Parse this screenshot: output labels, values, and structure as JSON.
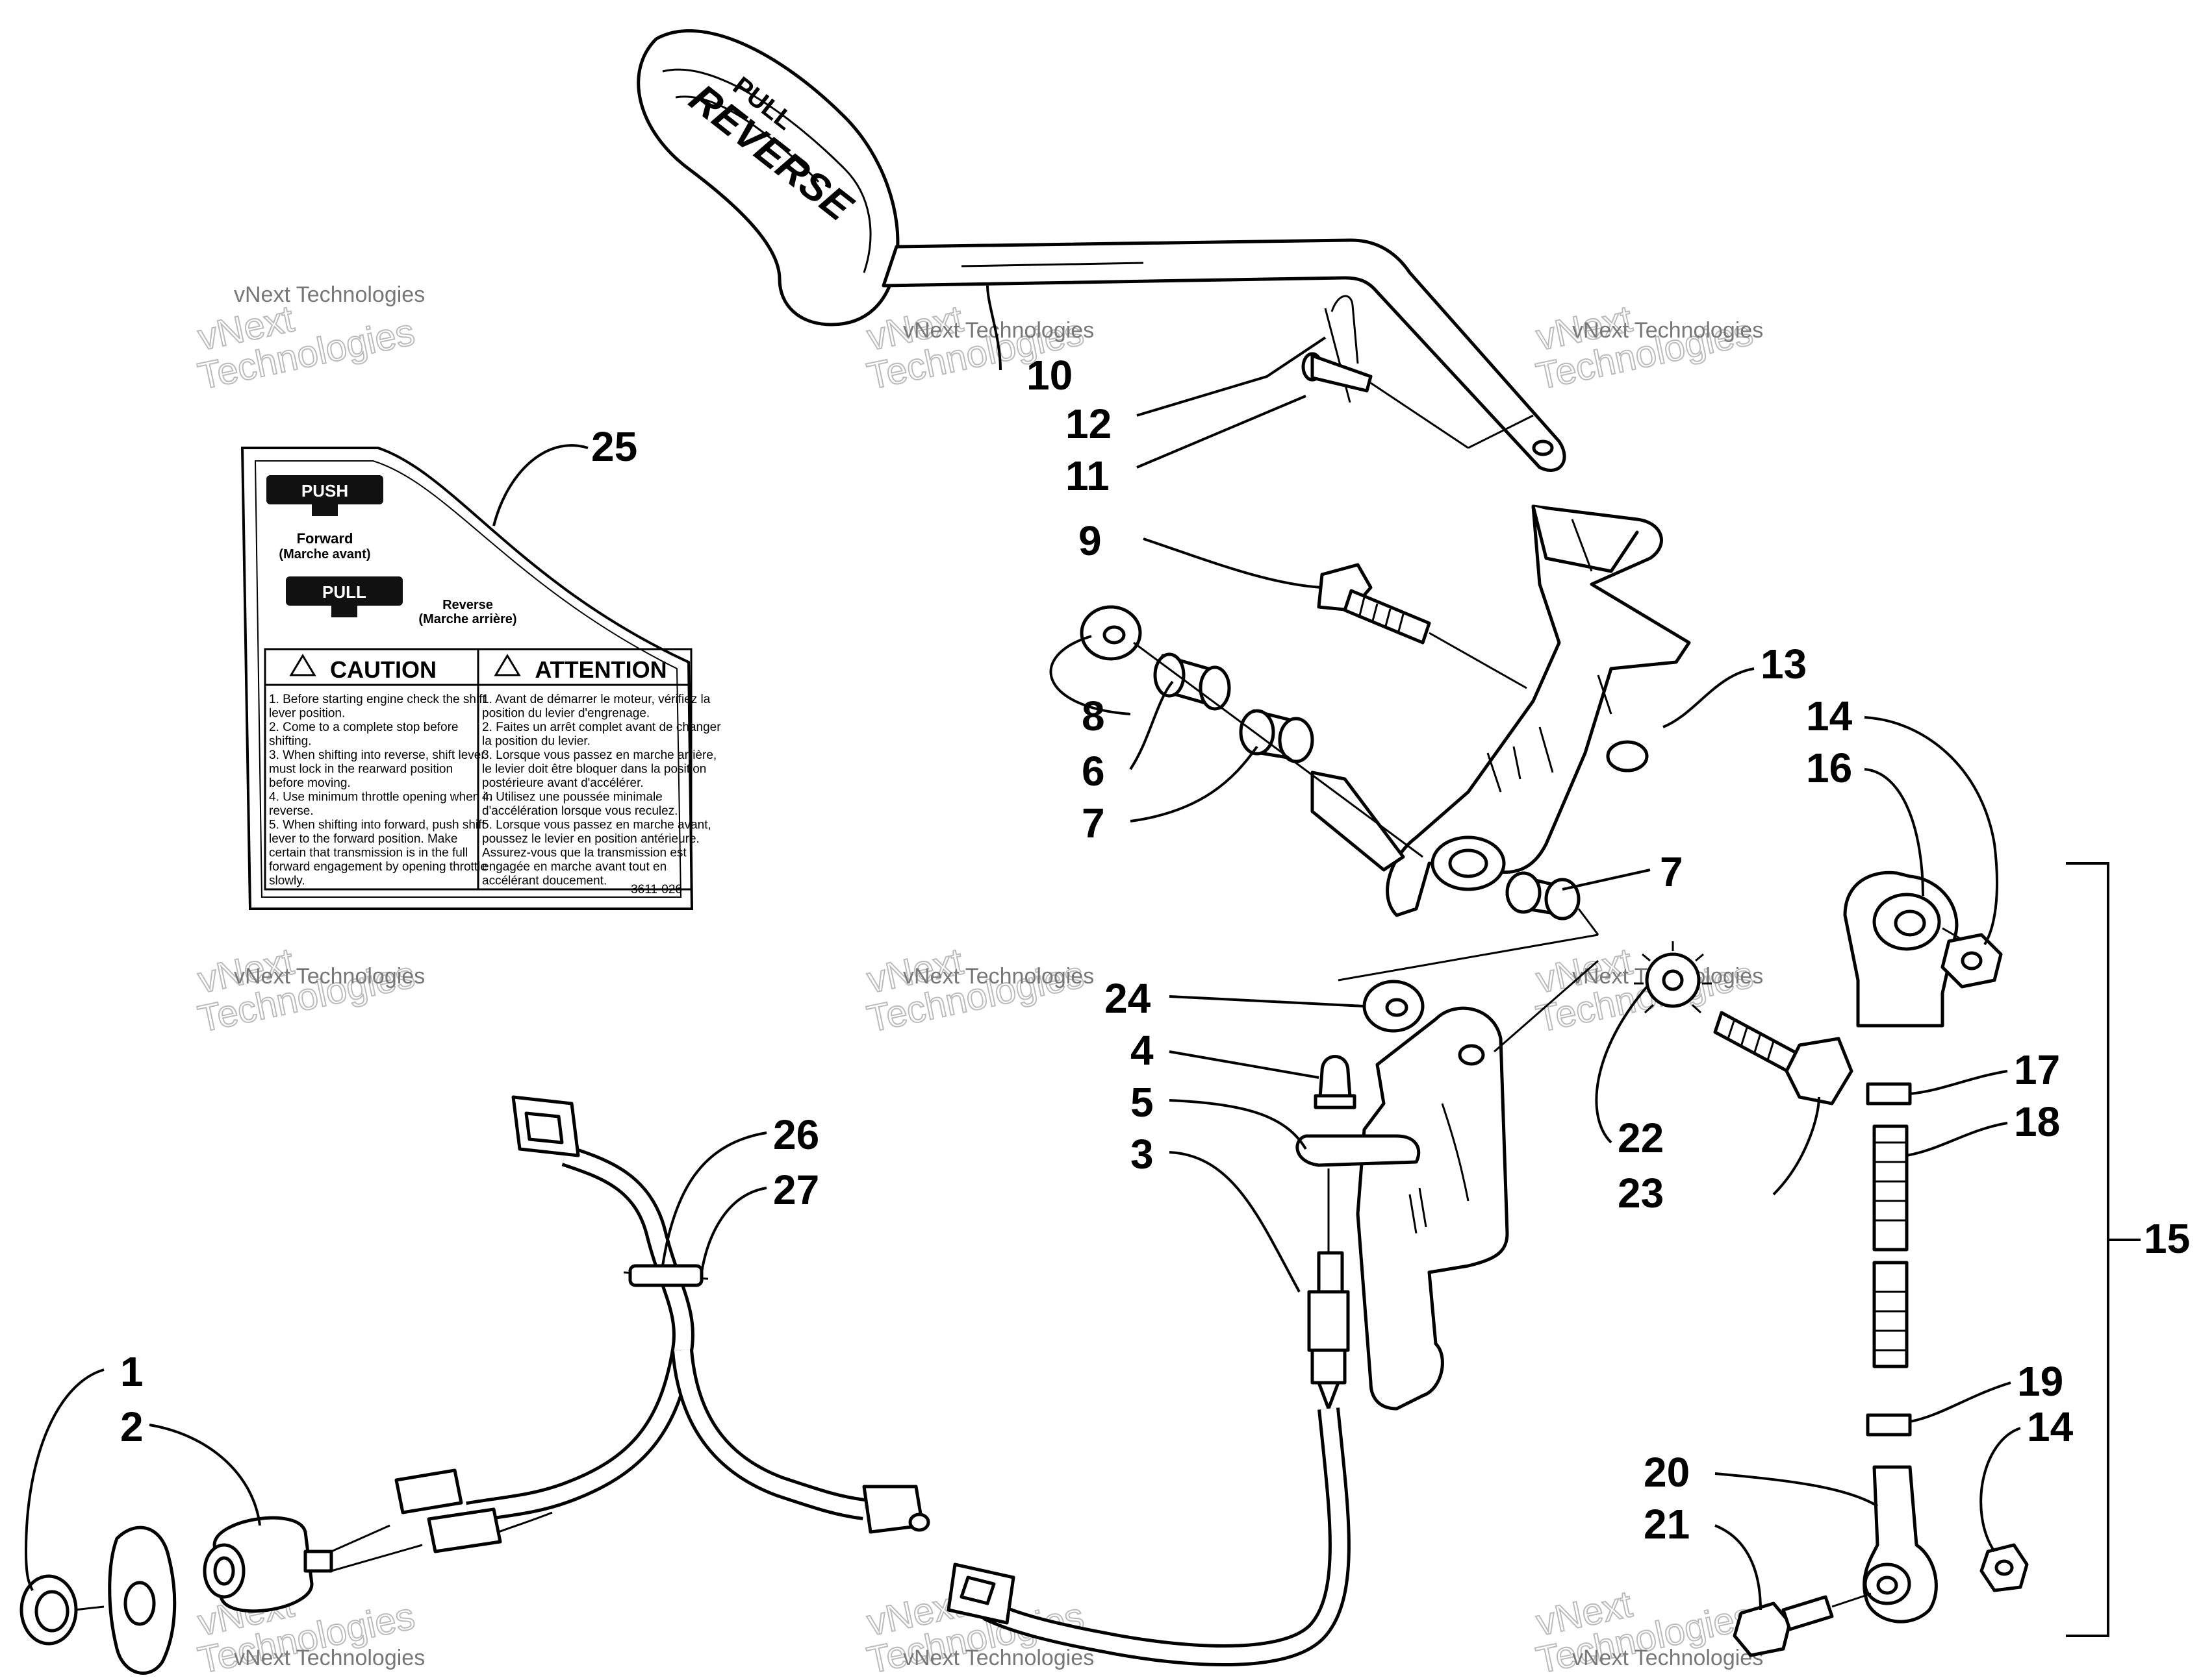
{
  "callouts": [
    {
      "id": "c1",
      "label": "1"
    },
    {
      "id": "c2",
      "label": "2"
    },
    {
      "id": "c3",
      "label": "3"
    },
    {
      "id": "c4",
      "label": "4"
    },
    {
      "id": "c5",
      "label": "5"
    },
    {
      "id": "c6",
      "label": "6"
    },
    {
      "id": "c7a",
      "label": "7"
    },
    {
      "id": "c7b",
      "label": "7"
    },
    {
      "id": "c8",
      "label": "8"
    },
    {
      "id": "c9",
      "label": "9"
    },
    {
      "id": "c10",
      "label": "10"
    },
    {
      "id": "c11",
      "label": "11"
    },
    {
      "id": "c12",
      "label": "12"
    },
    {
      "id": "c13",
      "label": "13"
    },
    {
      "id": "c14a",
      "label": "14"
    },
    {
      "id": "c14b",
      "label": "14"
    },
    {
      "id": "c15",
      "label": "15"
    },
    {
      "id": "c16",
      "label": "16"
    },
    {
      "id": "c17",
      "label": "17"
    },
    {
      "id": "c18",
      "label": "18"
    },
    {
      "id": "c19",
      "label": "19"
    },
    {
      "id": "c20",
      "label": "20"
    },
    {
      "id": "c21",
      "label": "21"
    },
    {
      "id": "c22",
      "label": "22"
    },
    {
      "id": "c23",
      "label": "23"
    },
    {
      "id": "c24",
      "label": "24"
    },
    {
      "id": "c25",
      "label": "25"
    },
    {
      "id": "c26",
      "label": "26"
    },
    {
      "id": "c27",
      "label": "27"
    }
  ],
  "handle_text": {
    "top": "PULL",
    "main": "REVERSE"
  },
  "decal": {
    "push_label": "PUSH",
    "forward": "Forward",
    "forward_fr": "(Marche avant)",
    "pull_label": "PULL",
    "reverse": "Reverse",
    "reverse_fr": "(Marche arrière)",
    "caution_title": "CAUTION",
    "attention_title": "ATTENTION",
    "caution_lines": [
      "1. Before starting engine check the shift",
      "    lever  position.",
      "2. Come to a complete stop before",
      "    shifting.",
      "3. When shifting into reverse, shift lever",
      "    must lock in the rearward position",
      "    before  moving.",
      "4. Use minimum throttle opening when in",
      "    reverse.",
      "5. When shifting into forward, push shift",
      "    lever to the forward position. Make",
      "    certain that transmission is in the full",
      "    forward engagement by opening  throttle",
      "    slowly."
    ],
    "attention_lines": [
      "1. Avant de démarrer le moteur, vérifiez la",
      "    position du levier d'engrenage.",
      "2. Faites un arrêt complet avant de  changer",
      "    la position du levier.",
      "3. Lorsque vous passez en marche arrière,",
      "    le levier doit être bloquer dans la  position",
      "    postérieure avant d'accélérer.",
      "4. Utilisez une poussée minimale",
      "    d'accélération lorsque vous reculez.",
      "5. Lorsque vous passez en marche avant,",
      "    poussez le levier en position antérieure.",
      "    Assurez-vous que la transmission est",
      "    engagée en marche avant tout en",
      "    accélérant doucement."
    ],
    "part_number": "3611-026"
  },
  "watermark": {
    "line1": "vNext Technologies",
    "line2": "vNext",
    "line3": "Technologies"
  }
}
